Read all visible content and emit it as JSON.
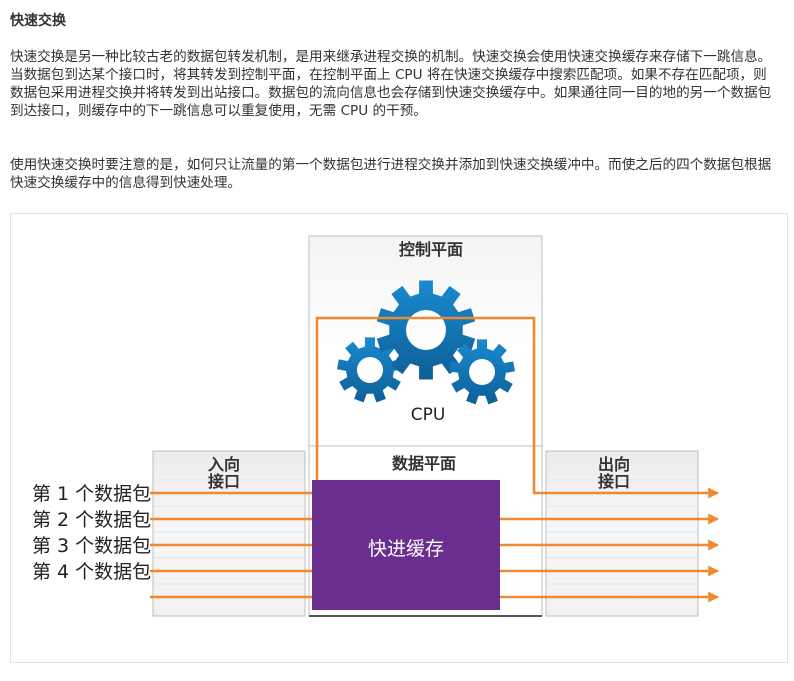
{
  "page": {
    "title": "快速交换",
    "paragraph1": "快速交换是另一种比较古老的数据包转发机制，是用来继承进程交换的机制。快速交换会使用快速交换缓存来存储下一跳信息。当数据包到达某个接口时，将其转发到控制平面，在控制平面上 CPU 将在快速交换缓存中搜索匹配项。如果不存在匹配项，则数据包采用进程交换并将转发到出站接口。数据包的流向信息也会存储到快速交换缓存中。如果通往同一目的地的另一个数据包到达接口，则缓存中的下一跳信息可以重复使用，无需 CPU 的干预。",
    "paragraph2": "使用快速交换时要注意的是，如何只让流量的第一个数据包进行进程交换并添加到快速交换缓冲中。而使之后的四个数据包根据快速交换缓存中的信息得到快速处理。"
  },
  "diagram": {
    "control_plane_title": "控制平面",
    "cpu_label": "CPU",
    "data_plane_title": "数据平面",
    "ingress_label_line1": "入向",
    "ingress_label_line2": "接口",
    "egress_label_line1": "出向",
    "egress_label_line2": "接口",
    "cache_label": "快进缓存",
    "packets": [
      "第 1 个数据包",
      "第 2 个数据包",
      "第 3 个数据包",
      "第 4 个数据包"
    ],
    "colors": {
      "arrow": "#f08a30",
      "cache": "#6a2f8e",
      "gear": "#1477b8",
      "box_border": "#bdbdbd"
    },
    "icons": [
      "gear-icon"
    ]
  }
}
